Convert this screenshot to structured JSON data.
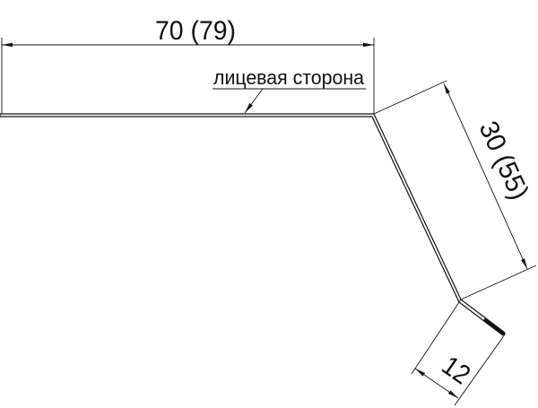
{
  "drawing": {
    "dimensions": {
      "top_width": "70 (79)",
      "slope_length": "30 (55)",
      "hem_length": "12"
    },
    "label_face_side": "лицевая сторона",
    "colors": {
      "line": "#111111",
      "background": "#ffffff"
    }
  }
}
